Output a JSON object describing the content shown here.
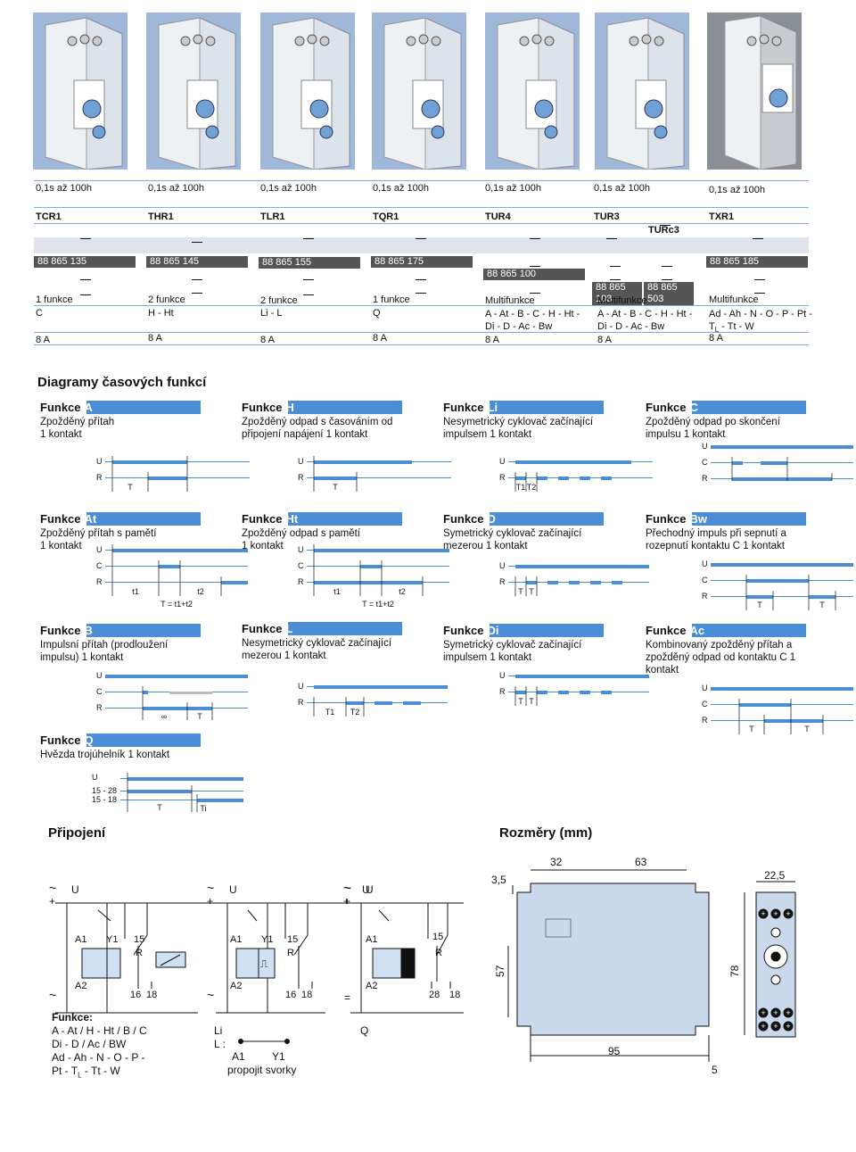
{
  "ranges": [
    "0,1s až 100h",
    "0,1s až 100h",
    "0,1s až 100h",
    "0,1s až 100h",
    "0,1s až 100h",
    "0,1s až 100h",
    "0,1s až 100h"
  ],
  "models": [
    "TCR1",
    "THR1",
    "TLR1",
    "TQR1",
    "TUR4",
    "TUR3",
    "TXR1"
  ],
  "model_extra": "TURc3",
  "codes": {
    "c1": "88 865 135",
    "c2": "88 865 145",
    "c3": "88 865 155",
    "c4": "88 865 175",
    "c5": "88 865 100",
    "c6a": "88 865 103",
    "c6b": "88 865 503",
    "c7": "88 865 185"
  },
  "counts": [
    "1 funkce",
    "2 funkce",
    "2 funkce",
    "1 funkce",
    "Multifunkce",
    "Multifunkce",
    "Multifunkce"
  ],
  "funcs": {
    "f1": "C",
    "f2": "H - Ht",
    "f3": "Li - L",
    "f4": "Q",
    "f5a": "A - At - B - C - H - Ht -",
    "f5b": "Di - D - Ac - Bw",
    "f6a": "A - At - B - C - H - Ht -",
    "f6b": "Di - D - Ac - Bw",
    "f7a": "Ad - Ah - N - O - P - Pt -",
    "f7b_pre": "T",
    "f7b_sub": "L",
    "f7b_post": " - Tt - W"
  },
  "currents": [
    "8 A",
    "8 A",
    "8 A",
    "8 A",
    "8 A",
    "8 A",
    "8 A"
  ],
  "diagrams_title": "Diagramy časových funkcí",
  "funkce_word": "Funkce",
  "functions": [
    {
      "letter": "A",
      "desc": "Zpožděný přítah\n1 kontakt"
    },
    {
      "letter": "H",
      "desc": "Zpožděný odpad s časováním od připojení napájení 1 kontakt"
    },
    {
      "letter": "Li",
      "desc": "Nesymetrický cyklovač začínající impulsem 1 kontakt"
    },
    {
      "letter": "C",
      "desc": "Zpožděný odpad po skončení impulsu 1 kontakt"
    },
    {
      "letter": "At",
      "desc": "Zpožděný přítah s pamětí\n1 kontakt"
    },
    {
      "letter": "Ht",
      "desc": "Zpožděný odpad s pamětí\n1 kontakt"
    },
    {
      "letter": "D",
      "desc": "Symetrický cyklovač začínající mezerou 1 kontakt"
    },
    {
      "letter": "Bw",
      "desc": "Přechodný impuls při sepnutí a rozepnutí kontaktu C 1 kontakt"
    },
    {
      "letter": "B",
      "desc": "Impulsní přítah (prodloužení impulsu) 1 kontakt"
    },
    {
      "letter": "L",
      "desc": "Nesymetrický cyklovač začínající mezerou 1 kontakt"
    },
    {
      "letter": "Di",
      "desc": "Symetrický cyklovač začínající impulsem 1 kontakt"
    },
    {
      "letter": "Ac",
      "desc": "Kombinovaný zpožděný přítah a zpožděný odpad od kontaktu C 1 kontakt"
    },
    {
      "letter": "Q",
      "desc": "Hvězda trojúhelník 1 kontakt"
    }
  ],
  "sig": {
    "U": "U",
    "R": "R",
    "C": "C",
    "T": "T",
    "t1": "t1",
    "t2": "t2",
    "T1": "T1",
    "T2": "T2",
    "inf": "∞",
    "tsum": "T = t1+t2",
    "q1": "15 - 28",
    "q2": "15 - 18",
    "Ti": "Ti"
  },
  "pripojeni": "Připojení",
  "rozmery": "Rozměry (mm)",
  "conn": {
    "U": "U",
    "plus": "+",
    "tilde": "~",
    "eq": "=",
    "A1": "A1",
    "A2": "A2",
    "Y1": "Y1",
    "n15": "15",
    "R": "R",
    "n16": "16",
    "n18": "18",
    "n28": "28",
    "funkce_label": "Funkce:",
    "funkce_lines": [
      "A - At / H - Ht / B / C",
      "Di - D / Ac / BW",
      "Ad - Ah - N - O - P -"
    ],
    "funkce_last_pre": "Pt - T",
    "funkce_last_sub": "L",
    "funkce_last_post": " - Tt - W",
    "li": "Li",
    "l": "L :",
    "propojit": "propojit svorky",
    "Q": "Q"
  },
  "dims": {
    "d35": "3,5",
    "d32": "32",
    "d63": "63",
    "d225": "22,5",
    "d57": "57",
    "d78": "78",
    "d95": "95",
    "d5": "5"
  }
}
